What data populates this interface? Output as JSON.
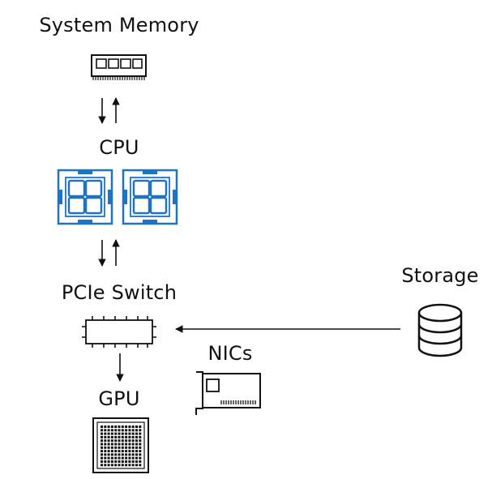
{
  "labels": {
    "system_memory": "System Memory",
    "cpu": "CPU",
    "pcie_switch": "PCIe Switch",
    "gpu": "GPU",
    "storage": "Storage",
    "nics": "NICs"
  },
  "colors": {
    "cpu_blue": "#1f73c4",
    "line": "#111111"
  },
  "icons": [
    "memory-module-icon",
    "cpu-chip-icon",
    "pcie-switch-icon",
    "gpu-chip-icon",
    "storage-database-icon",
    "network-card-icon"
  ]
}
